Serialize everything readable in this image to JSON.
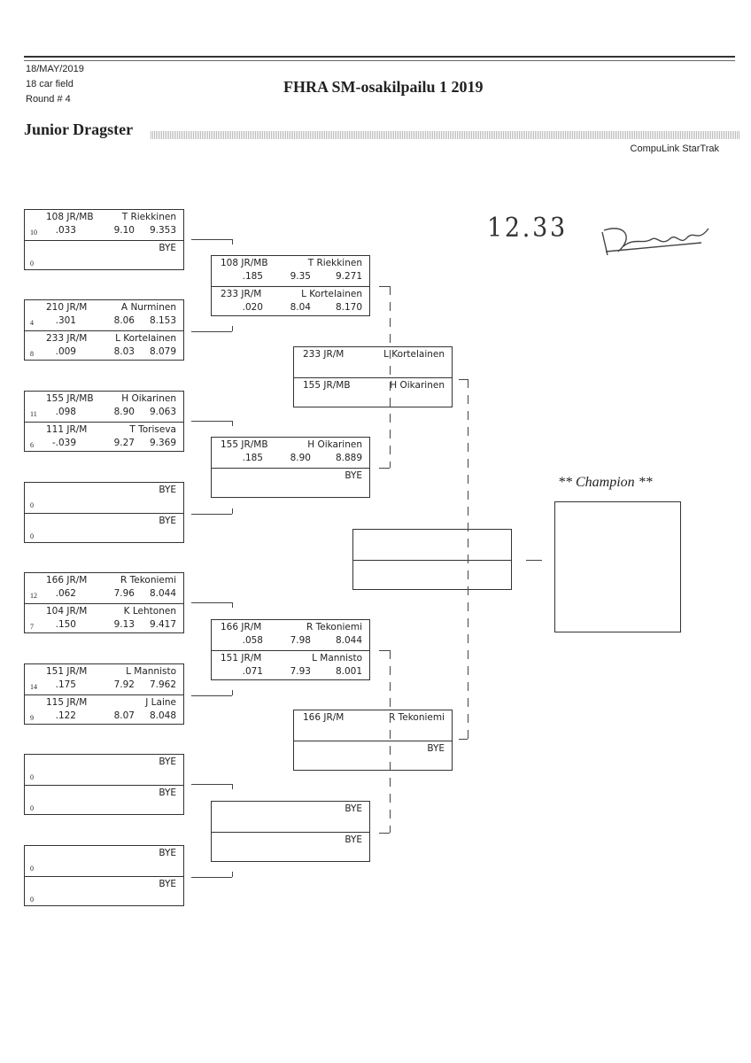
{
  "header": {
    "date": "18/MAY/2019",
    "field": "18 car field",
    "round": "Round # 4",
    "title": "FHRA SM-osakilpailu 1 2019",
    "class": "Junior Dragster",
    "software": "CompuLink StarTrak"
  },
  "handwritten": {
    "time": "12.33",
    "signature": "signature"
  },
  "champion_label": "** Champion **",
  "rounds": [
    [
      [
        {
          "car": "108 JR/MB",
          "name": "T Riekkinen",
          "lane": "10",
          "rt": ".033",
          "et": "9.10",
          "spd": "9.353"
        },
        {
          "car": "",
          "name": "BYE",
          "lane": "0",
          "rt": "",
          "et": "",
          "spd": ""
        }
      ],
      [
        {
          "car": "210  JR/M",
          "name": "A Nurminen",
          "lane": "4",
          "rt": ".301",
          "et": "8.06",
          "spd": "8.153"
        },
        {
          "car": "233  JR/M",
          "name": "L Kortelainen",
          "lane": "8",
          "rt": ".009",
          "et": "8.03",
          "spd": "8.079"
        }
      ],
      [
        {
          "car": "155 JR/MB",
          "name": "H Oikarinen",
          "lane": "11",
          "rt": ".098",
          "et": "8.90",
          "spd": "9.063"
        },
        {
          "car": "111  JR/M",
          "name": "T Toriseva",
          "lane": "6",
          "rt": "-.039",
          "et": "9.27",
          "spd": "9.369"
        }
      ],
      [
        {
          "car": "",
          "name": "BYE",
          "lane": "0",
          "rt": "",
          "et": "",
          "spd": ""
        },
        {
          "car": "",
          "name": "BYE",
          "lane": "0",
          "rt": "",
          "et": "",
          "spd": ""
        }
      ],
      [
        {
          "car": "166  JR/M",
          "name": "R Tekoniemi",
          "lane": "12",
          "rt": ".062",
          "et": "7.96",
          "spd": "8.044"
        },
        {
          "car": "104  JR/M",
          "name": "K Lehtonen",
          "lane": "7",
          "rt": ".150",
          "et": "9.13",
          "spd": "9.417"
        }
      ],
      [
        {
          "car": "151  JR/M",
          "name": "L Mannisto",
          "lane": "14",
          "rt": ".175",
          "et": "7.92",
          "spd": "7.962"
        },
        {
          "car": "115  JR/M",
          "name": "J Laine",
          "lane": "9",
          "rt": ".122",
          "et": "8.07",
          "spd": "8.048"
        }
      ],
      [
        {
          "car": "",
          "name": "BYE",
          "lane": "0",
          "rt": "",
          "et": "",
          "spd": ""
        },
        {
          "car": "",
          "name": "BYE",
          "lane": "0",
          "rt": "",
          "et": "",
          "spd": ""
        }
      ],
      [
        {
          "car": "",
          "name": "BYE",
          "lane": "0",
          "rt": "",
          "et": "",
          "spd": ""
        },
        {
          "car": "",
          "name": "BYE",
          "lane": "0",
          "rt": "",
          "et": "",
          "spd": ""
        }
      ]
    ],
    [
      [
        {
          "car": "108 JR/MB",
          "name": "T Riekkinen",
          "rt": ".185",
          "et": "9.35",
          "spd": "9.271"
        },
        {
          "car": "233  JR/M",
          "name": "L Kortelainen",
          "rt": ".020",
          "et": "8.04",
          "spd": "8.170"
        }
      ],
      [
        {
          "car": "155 JR/MB",
          "name": "H Oikarinen",
          "rt": ".185",
          "et": "8.90",
          "spd": "8.889"
        },
        {
          "car": "",
          "name": "BYE",
          "rt": "",
          "et": "",
          "spd": ""
        }
      ],
      [
        {
          "car": "166  JR/M",
          "name": "R Tekoniemi",
          "rt": ".058",
          "et": "7.98",
          "spd": "8.044"
        },
        {
          "car": "151  JR/M",
          "name": "L Mannisto",
          "rt": ".071",
          "et": "7.93",
          "spd": "8.001"
        }
      ],
      [
        {
          "car": "",
          "name": "BYE",
          "rt": "",
          "et": "",
          "spd": ""
        },
        {
          "car": "",
          "name": "BYE",
          "rt": "",
          "et": "",
          "spd": ""
        }
      ]
    ],
    [
      [
        {
          "car": "233  JR/M",
          "name": "L Kortelainen"
        },
        {
          "car": "155 JR/MB",
          "name": "H Oikarinen"
        }
      ],
      [
        {
          "car": "166  JR/M",
          "name": "R Tekoniemi"
        },
        {
          "car": "",
          "name": "BYE"
        }
      ]
    ],
    [
      [
        {
          "car": "",
          "name": ""
        },
        {
          "car": "",
          "name": ""
        }
      ]
    ]
  ]
}
